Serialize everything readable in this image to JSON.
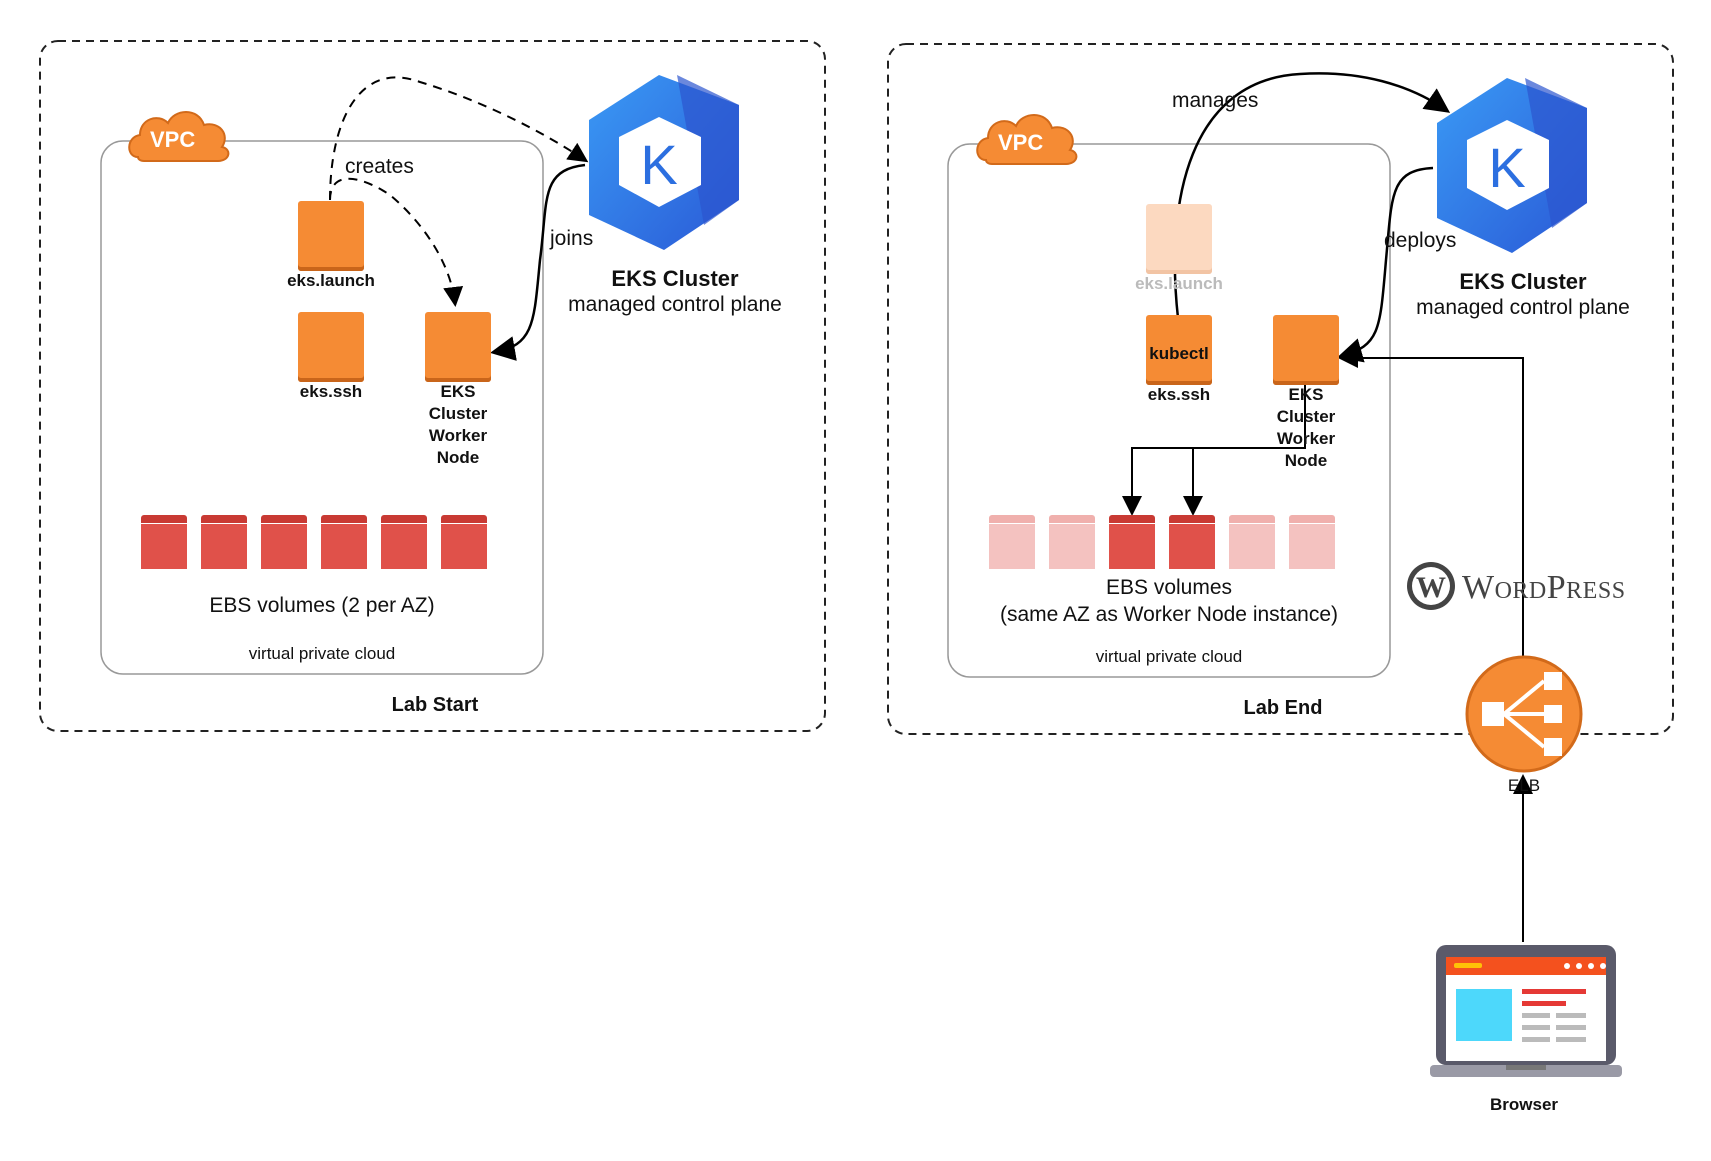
{
  "left_panel": {
    "title": "Lab Start",
    "vpc_badge": "VPC",
    "vpc_caption": "virtual private cloud",
    "nodes": {
      "launch": "eks.launch",
      "ssh": "eks.ssh",
      "worker": [
        "EKS",
        "Cluster",
        "Worker",
        "Node"
      ]
    },
    "ebs_caption": "EBS volumes (2 per AZ)",
    "ebs_count": 6,
    "cluster_title": "EKS Cluster",
    "cluster_subtitle": "managed control plane",
    "edges": {
      "creates": "creates",
      "joins": "joins"
    }
  },
  "right_panel": {
    "title": "Lab End",
    "vpc_badge": "VPC",
    "vpc_caption": "virtual private cloud",
    "nodes": {
      "launch": "eks.launch",
      "ssh": "eks.ssh",
      "ssh_inner": "kubectl",
      "worker": [
        "EKS",
        "Cluster",
        "Worker",
        "Node"
      ]
    },
    "ebs_caption_line1": "EBS volumes",
    "ebs_caption_line2": "(same AZ as Worker Node instance)",
    "ebs_count": 6,
    "ebs_active": [
      2,
      3
    ],
    "cluster_title": "EKS Cluster",
    "cluster_subtitle": "managed control plane",
    "edges": {
      "manages": "manages",
      "deploys": "deploys"
    }
  },
  "wordpress_logo": "WordPress",
  "elb_label": "ELB",
  "browser_label": "Browser",
  "colors": {
    "aws_orange": "#f58b34",
    "ebs_red": "#e0514a",
    "ebs_faded": "#f4c2c0",
    "k8s_blue": "#2f6fdf",
    "k8s_blue_light": "#3d8ef3",
    "elb_orange": "#f58b34"
  }
}
